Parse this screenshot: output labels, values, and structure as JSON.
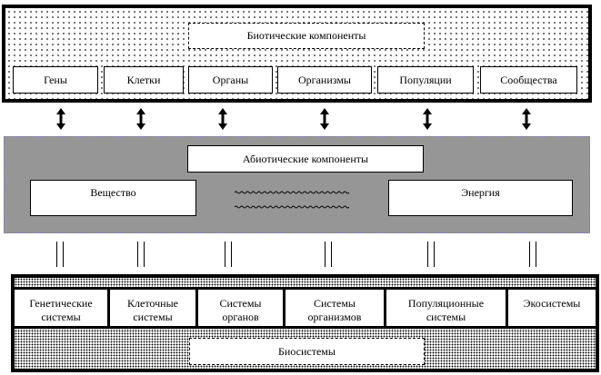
{
  "biotic": {
    "title": "Биотические компоненты",
    "items": [
      "Гены",
      "Клетки",
      "Органы",
      "Организмы",
      "Популяции",
      "Сообщества"
    ]
  },
  "connectors": {
    "bidirectional_arrows": 6,
    "double_lines": 6
  },
  "abiotic": {
    "title": "Абиотические компоненты",
    "left": "Вещество",
    "right": "Энергия",
    "link": "~~~~~~~~~~~~~~~~~~~~"
  },
  "biosystems": {
    "title": "Биосистемы",
    "items": [
      {
        "line1": "Генетические",
        "line2": "системы"
      },
      {
        "line1": "Клеточные",
        "line2": "системы"
      },
      {
        "line1": "Системы",
        "line2": "органов"
      },
      {
        "line1": "Системы",
        "line2": "организмов"
      },
      {
        "line1": "Популяционные",
        "line2": "системы"
      },
      {
        "line1": "Экосистемы",
        "line2": ""
      }
    ]
  },
  "colors": {
    "abiotic_fill": "#969696",
    "stroke": "#000000",
    "box_fill": "#ffffff"
  }
}
